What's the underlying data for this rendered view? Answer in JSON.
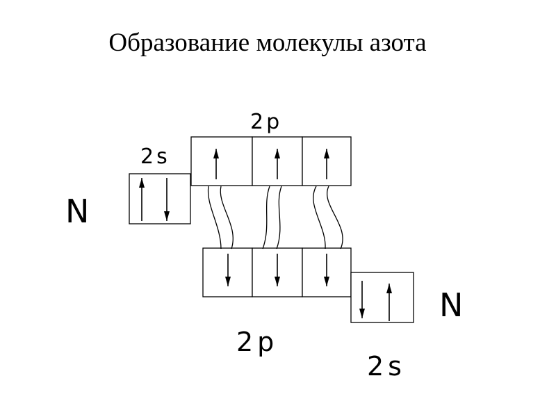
{
  "title": "Образование молекулы азота",
  "atom_top": {
    "symbol": "N",
    "s_label": "2s",
    "p_label": "2p",
    "s_cell": [
      "up",
      "down"
    ],
    "p_cells": [
      "up",
      "up",
      "up"
    ]
  },
  "atom_bottom": {
    "symbol": "N",
    "s_label": "2s",
    "p_label": "2p",
    "s_cell": [
      "down",
      "up"
    ],
    "p_cells": [
      "down",
      "down",
      "down"
    ]
  },
  "bond_count": 3
}
